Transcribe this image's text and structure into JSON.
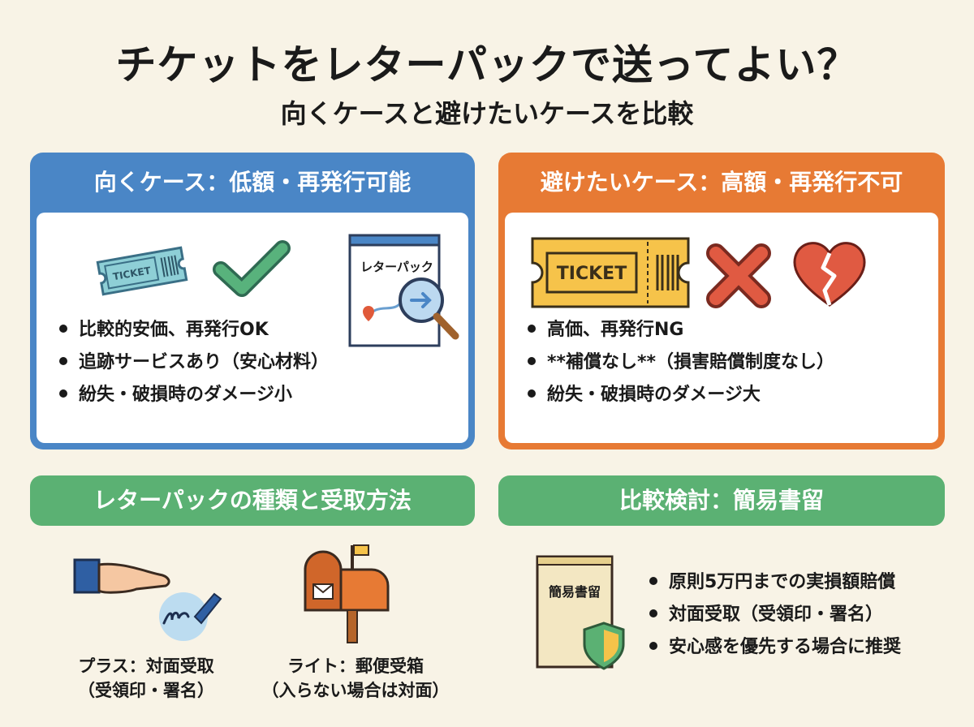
{
  "header": {
    "title": "チケットをレターパックで送ってよい？",
    "subtitle": "向くケースと避けたいケースを比較"
  },
  "good_case": {
    "heading": "向くケース：低額・再発行可能",
    "ticket_icon_text": "TICKET",
    "envelope_label": "レターパック",
    "bullets": [
      "比較的安価、再発行OK",
      "追跡サービスあり（安心材料）",
      "紛失・破損時のダメージ小"
    ],
    "accent_color": "#4a86c6"
  },
  "bad_case": {
    "heading": "避けたいケース：高額・再発行不可",
    "ticket_icon_text": "TICKET",
    "bullets": [
      "高価、再発行NG",
      "**補償なし**（損害賠償制度なし）",
      "紛失・破損時のダメージ大"
    ],
    "accent_color": "#e77a34"
  },
  "types": {
    "heading": "レターパックの種類と受取方法",
    "plus_caption_1": "プラス：対面受取",
    "plus_caption_2": "（受領印・署名）",
    "light_caption_1": "ライト：郵便受箱",
    "light_caption_2": "（入らない場合は対面）",
    "accent_color": "#5bb173"
  },
  "registered": {
    "heading": "比較検討：簡易書留",
    "envelope_label": "簡易書留",
    "bullets": [
      "原則5万円までの実損額賠償",
      "対面受取（受領印・署名）",
      "安心感を優先する場合に推奨"
    ]
  }
}
